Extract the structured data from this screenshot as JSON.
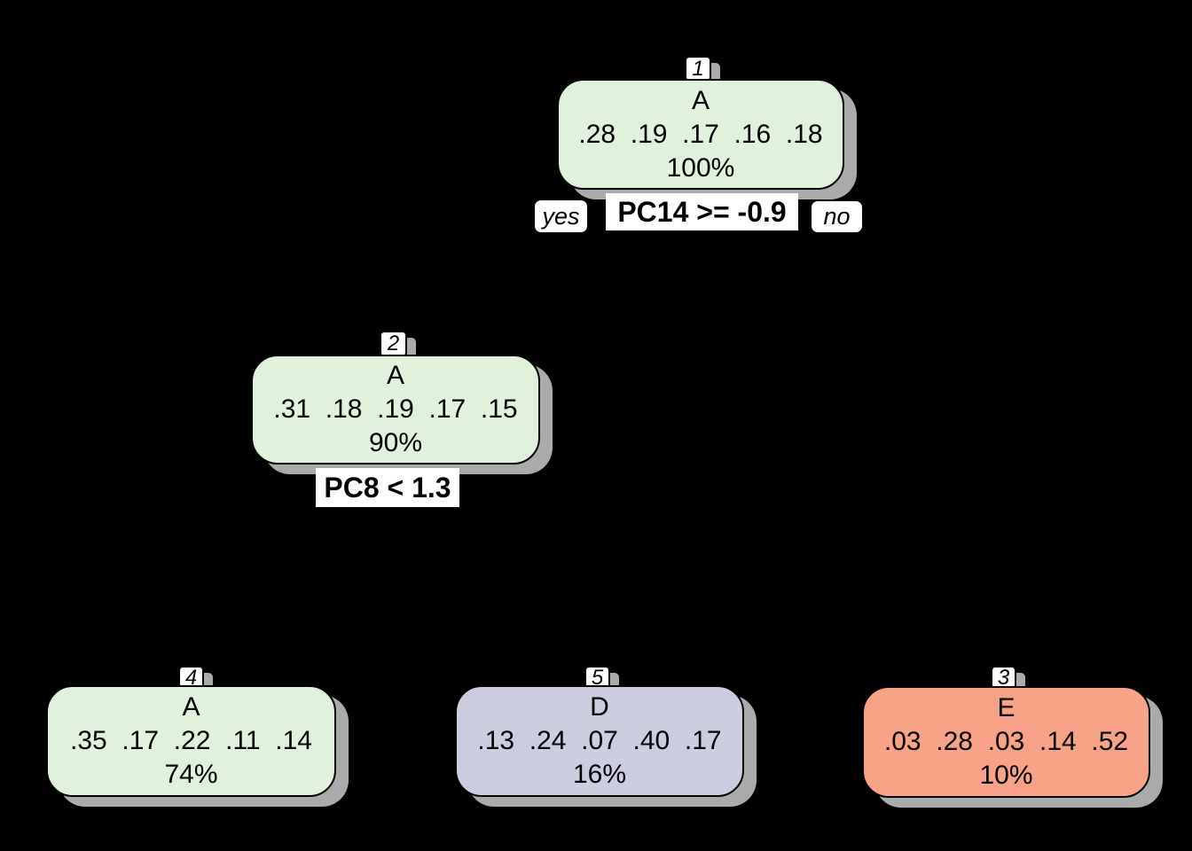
{
  "diagram": {
    "type": "decision-tree",
    "background_color": "#000000",
    "palette": {
      "green_node": "#e0f2dc",
      "lavender_node": "#cdcde2",
      "salmon_node": "#f8a288",
      "shadow": "#ababab",
      "label_background": "#ffffff",
      "border": "#000000",
      "text": "#000000"
    },
    "splits": {
      "root": {
        "condition": "PC14 >= -0.9",
        "yes_label": "yes",
        "no_label": "no"
      },
      "node2": {
        "condition": "PC8 < 1.3"
      }
    },
    "nodes": [
      {
        "id": "1",
        "class_label": "A",
        "probs": [
          0.28,
          0.19,
          0.17,
          0.16,
          0.18
        ],
        "probs_text": ".28  .19  .17  .16  .18",
        "coverage": "100%",
        "fill": "#e0f2dc"
      },
      {
        "id": "2",
        "class_label": "A",
        "probs": [
          0.31,
          0.18,
          0.19,
          0.17,
          0.15
        ],
        "probs_text": ".31  .18  .19  .17  .15",
        "coverage": "90%",
        "fill": "#e0f2dc"
      },
      {
        "id": "4",
        "class_label": "A",
        "probs": [
          0.35,
          0.17,
          0.22,
          0.11,
          0.14
        ],
        "probs_text": ".35  .17  .22  .11  .14",
        "coverage": "74%",
        "fill": "#e0f2dc"
      },
      {
        "id": "5",
        "class_label": "D",
        "probs": [
          0.13,
          0.24,
          0.07,
          0.4,
          0.17
        ],
        "probs_text": ".13  .24  .07  .40  .17",
        "coverage": "16%",
        "fill": "#cdcde2"
      },
      {
        "id": "3",
        "class_label": "E",
        "probs": [
          0.03,
          0.28,
          0.03,
          0.14,
          0.52
        ],
        "probs_text": ".03  .28  .03  .14  .52",
        "coverage": "10%",
        "fill": "#f8a288"
      }
    ]
  }
}
